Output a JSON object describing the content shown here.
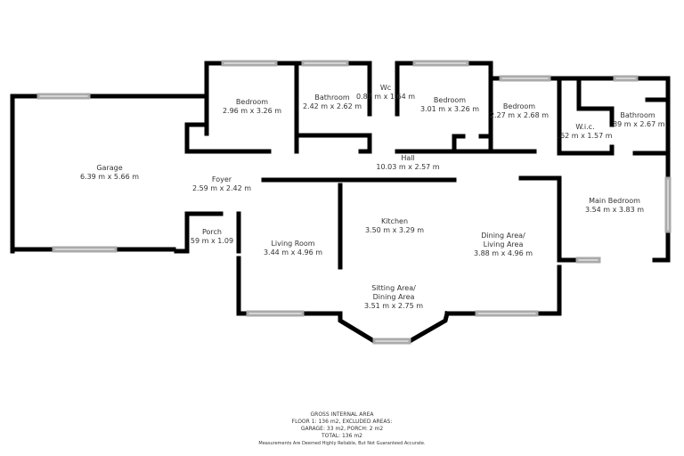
{
  "rooms": [
    {
      "name": "Garage",
      "size": "6.39 m x 5.66 m"
    },
    {
      "name": "Bedroom",
      "size": "2.96 m x 3.26 m"
    },
    {
      "name": "Bathroom",
      "size": "2.42 m x 2.62 m"
    },
    {
      "name": "Wc",
      "size": "0.87 m x 1.64 m"
    },
    {
      "name": "Bedroom",
      "size": "3.01 m x 3.26 m"
    },
    {
      "name": "Bedroom",
      "size": "2.27 m x 2.68 m"
    },
    {
      "name": "W.i.c.",
      "size": ".62 m x 1.57 m"
    },
    {
      "name": "Bathroom",
      "size": ".89 m x 2.67 m"
    },
    {
      "name": "Hall",
      "size": "10.03 m x 2.57 m"
    },
    {
      "name": "Foyer",
      "size": "2.59 m x 2.42 m"
    },
    {
      "name": "Porch",
      "size": "59 m x 1.09"
    },
    {
      "name": "Living Room",
      "size": "3.44 m x 4.96 m"
    },
    {
      "name": "Kitchen",
      "size": "3.50 m x 3.29 m"
    },
    {
      "name": "Dining Area/\nLiving Area",
      "size": "3.88 m x 4.96 m"
    },
    {
      "name": "Main Bedroom",
      "size": "3.54 m x 3.83 m"
    },
    {
      "name": "Sitting Area/\nDining Area",
      "size": "3.51 m x 2.75 m"
    }
  ],
  "footer": {
    "line1": "GROSS INTERNAL AREA",
    "line2": "FLOOR 1: 136 m2, EXCLUDED AREAS:",
    "line3": "GARAGE: 33 m2, PORCH: 2 m2",
    "line4": "TOTAL: 136 m2",
    "line5": "Measurements Are Deemed Highly Reliable, But Not Guaranteed Accurate."
  },
  "colors": {
    "wall": "#000000",
    "window": "#cccccc",
    "text": "#333333"
  }
}
